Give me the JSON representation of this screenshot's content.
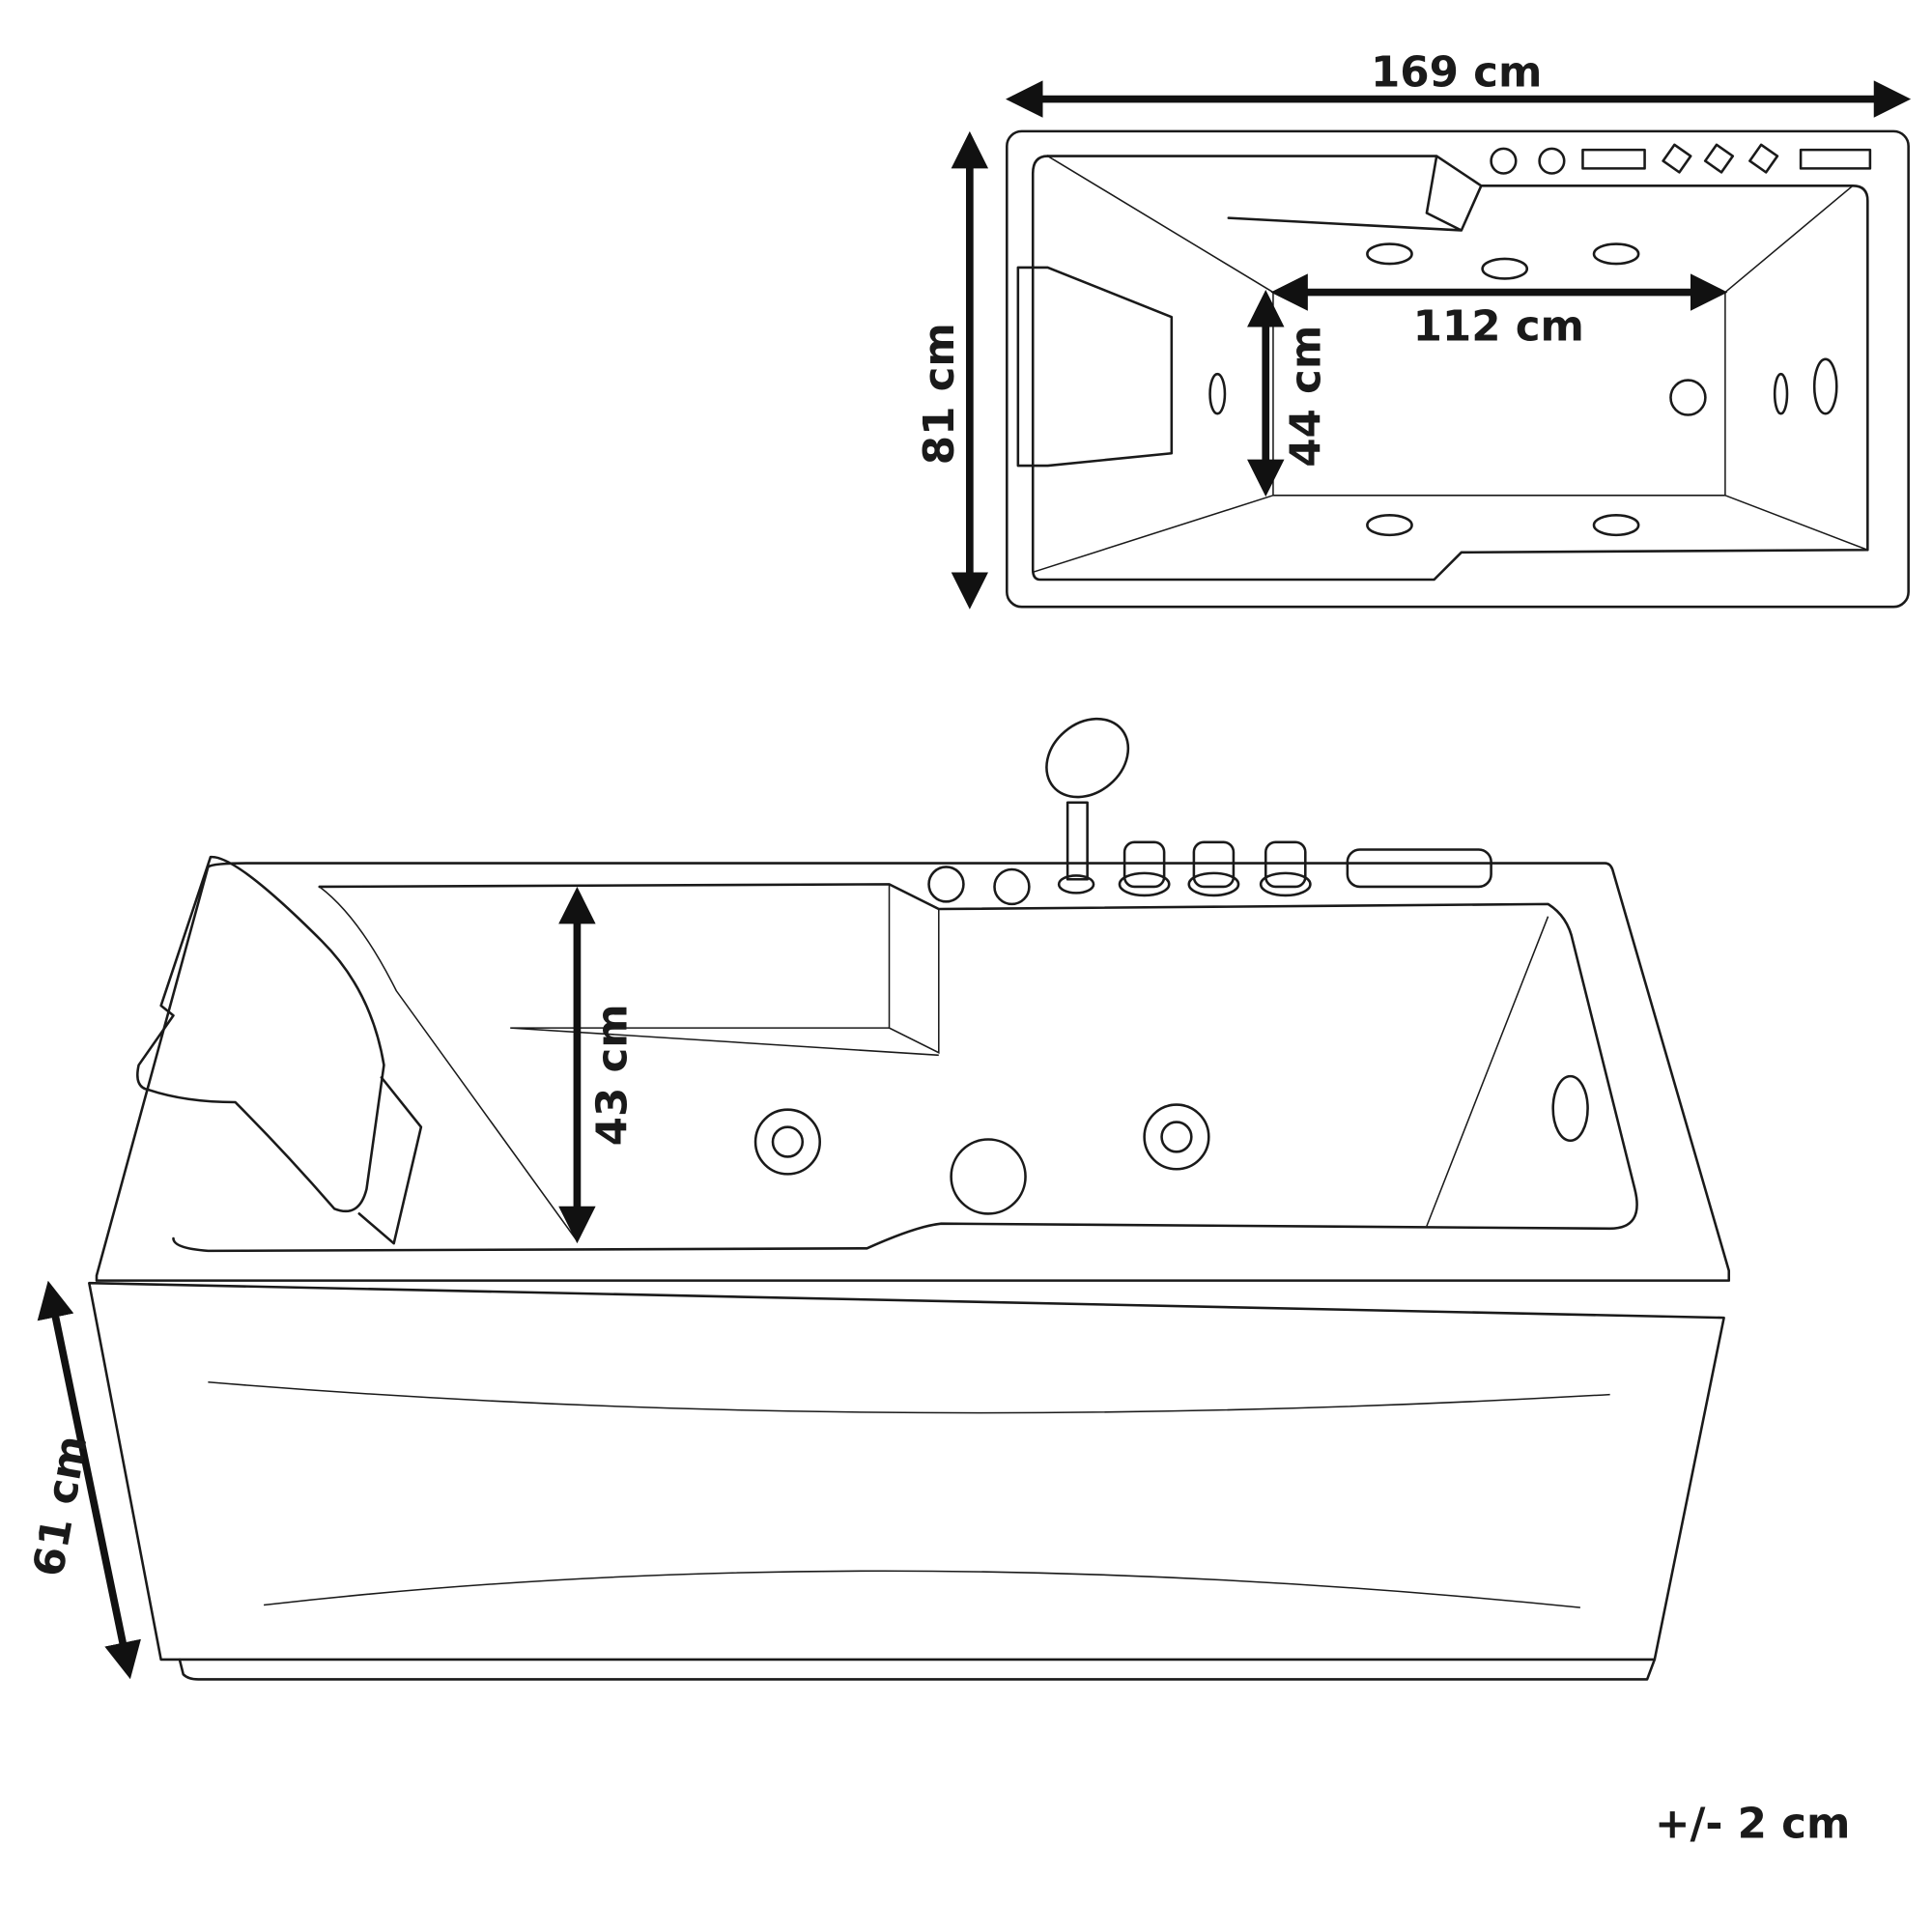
{
  "top_view": {
    "width_label": "169 cm",
    "depth_label": "81 cm",
    "inner_length_label": "112 cm",
    "inner_width_label": "44 cm"
  },
  "front_view": {
    "inner_depth_label": "43 cm",
    "height_label": "61 cm"
  },
  "tolerance_label": "+/- 2 cm"
}
